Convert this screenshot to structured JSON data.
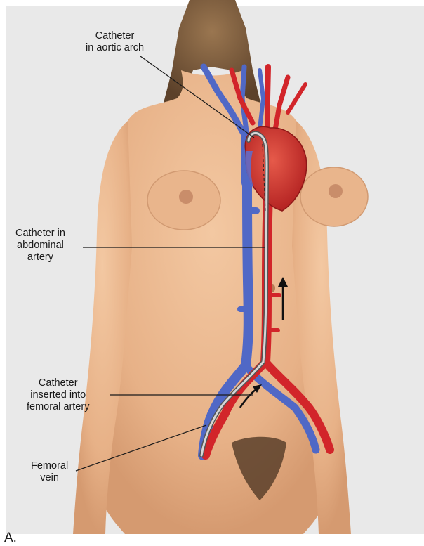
{
  "figure": {
    "panel_letter": "A.",
    "labels": {
      "aortic_arch": [
        "Catheter",
        "in aortic arch"
      ],
      "abdominal_artery": [
        "Catheter in",
        "abdominal",
        "artery"
      ],
      "femoral_artery": [
        "Catheter",
        "inserted into",
        "femoral artery"
      ],
      "femoral_vein": [
        "Femoral",
        "vein"
      ]
    }
  },
  "colors": {
    "artery": "#d2252a",
    "vein": "#5068c6",
    "skin": "#e8b58d",
    "hair": "#7a5a3c",
    "catheter": "#b8b8b8",
    "background": "#e9e9e9"
  }
}
